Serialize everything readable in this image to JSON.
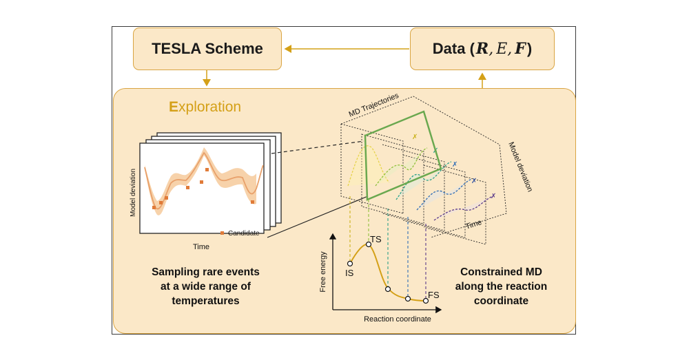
{
  "scheme_box": {
    "label": "TESLA Scheme"
  },
  "data_box": {
    "prefix": "Data (",
    "sym_r": "R",
    "sym_e": "E",
    "sym_f": "F",
    "suffix": ")"
  },
  "exploration": {
    "title_first": "E",
    "title_rest": "xploration"
  },
  "left_plot": {
    "ylabel": "Model deviation",
    "xlabel": "Time",
    "legend": "Candidate"
  },
  "trajectories": {
    "title": "MD Trajectories",
    "ylabel": "Model deviation",
    "xlabel": "Time"
  },
  "energy_plot": {
    "ylabel": "Free energy",
    "xlabel": "Reaction coordinate",
    "ts": "TS",
    "is": "IS",
    "fs": "FS"
  },
  "left_caption": {
    "line1": "Sampling rare events",
    "line2": "at a wide range of",
    "line3": "temperatures"
  },
  "right_caption": {
    "line1": "Constrained MD",
    "line2": "along the reaction",
    "line3": "coordinate"
  },
  "colors": {
    "panel": "#fbe8c8",
    "border": "#d9a441",
    "accent": "#d4a017",
    "curve": "#e8a06a",
    "candidate": "#e07b39",
    "frame_green": "#6aa84f"
  }
}
